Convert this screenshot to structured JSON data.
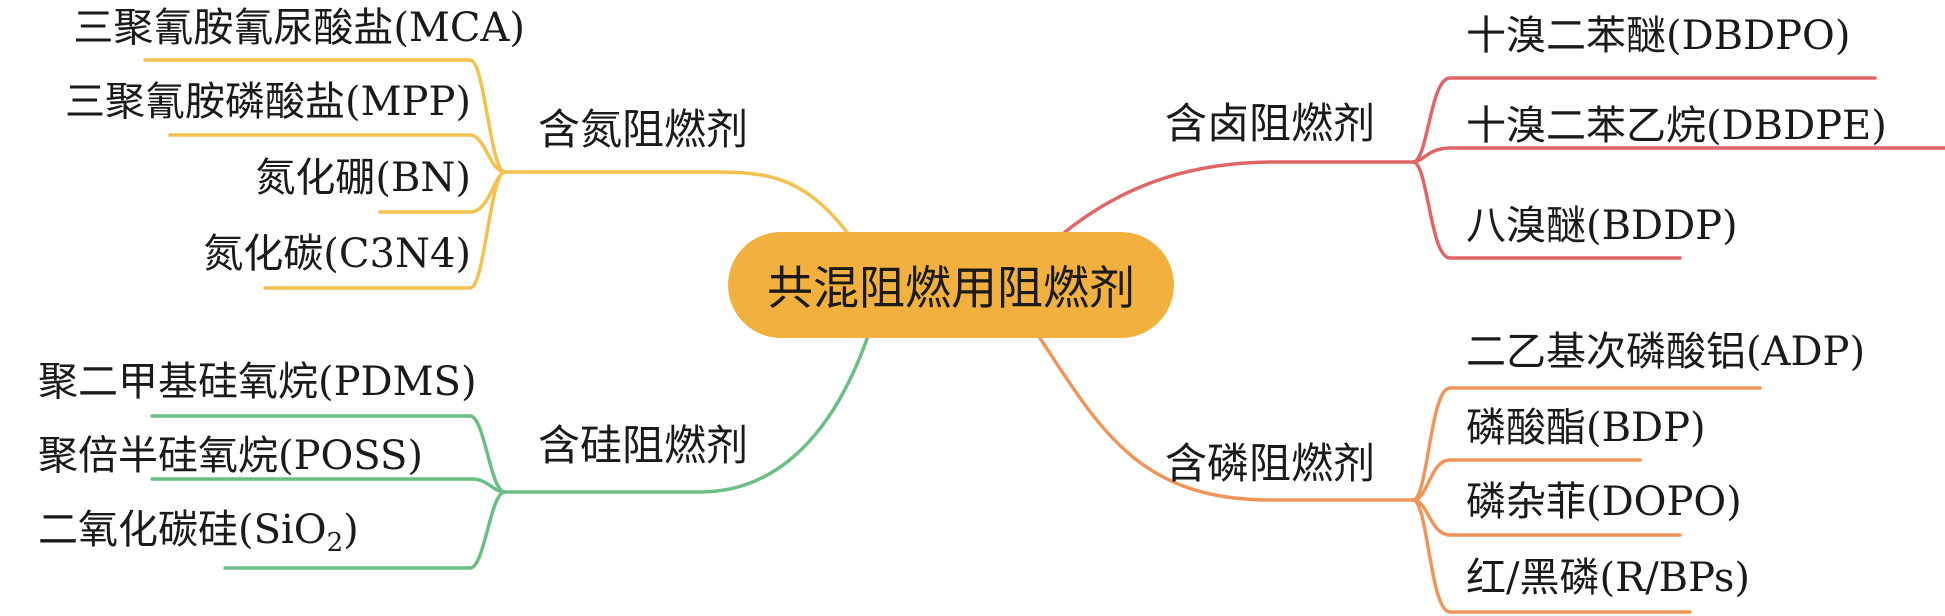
{
  "root": {
    "label": "共混阻燃用阻燃剂",
    "color": "#f2b13e"
  },
  "branches": {
    "nitrogen": {
      "label": "含氮阻燃剂",
      "color": "#f2c14e",
      "items": [
        "三聚氰胺氰尿酸盐(MCA)",
        "三聚氰胺磷酸盐(MPP)",
        "氮化硼(BN)",
        "氮化碳(C3N4)"
      ]
    },
    "silicon": {
      "label": "含硅阻燃剂",
      "color": "#6cbf84",
      "items": [
        "聚二甲基硅氧烷(PDMS)",
        "聚倍半硅氧烷(POSS)"
      ],
      "sio2": {
        "prefix": "二氧化碳硅(SiO",
        "sub": "2",
        "suffix": ")"
      }
    },
    "halogen": {
      "label": "含卤阻燃剂",
      "color": "#e06666",
      "items": [
        "十溴二苯醚(DBDPO)",
        "十溴二苯乙烷(DBDPE)",
        "八溴醚(BDDP)"
      ]
    },
    "phosphorus": {
      "label": "含磷阻燃剂",
      "color": "#f0955a",
      "items": [
        "二乙基次磷酸铝(ADP)",
        "磷酸酯(BDP)",
        "磷杂菲(DOPO)",
        "红/黑磷(R/BPs)"
      ]
    }
  }
}
